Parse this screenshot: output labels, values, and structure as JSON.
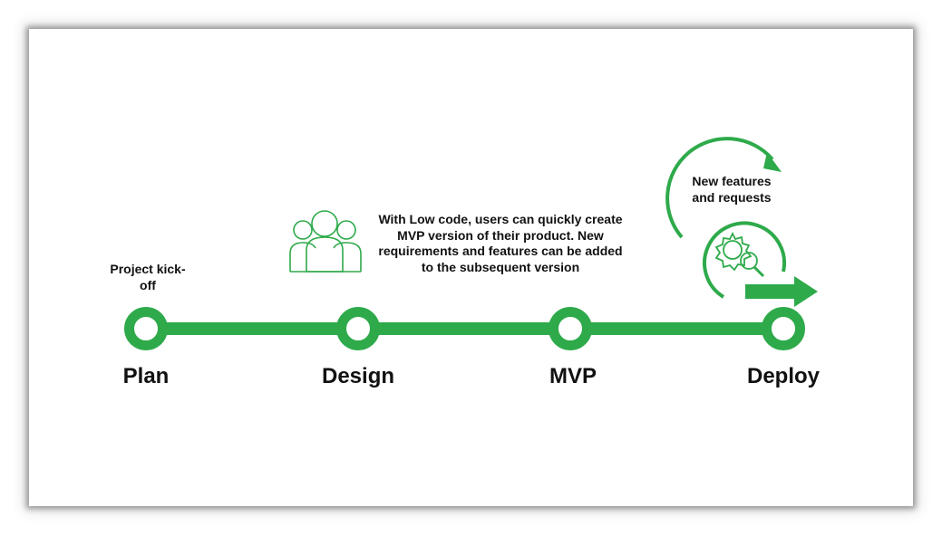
{
  "stages": [
    {
      "label": "Plan"
    },
    {
      "label": "Design"
    },
    {
      "label": "MVP"
    },
    {
      "label": "Deploy"
    }
  ],
  "notes": {
    "kickoff": "Project kick-off",
    "description": "With Low code, users can quickly create MVP version of their product. New requirements and features can be added to the subsequent version",
    "features": "New features and requests"
  },
  "icons": {
    "team": "team-icon",
    "settings_search": "gear-search-icon",
    "cycle_arrow": "cycle-arrow-icon",
    "forward_arrow": "forward-arrow-icon"
  },
  "colors": {
    "accent": "#2eaa4a",
    "text": "#111111",
    "background": "#ffffff"
  }
}
